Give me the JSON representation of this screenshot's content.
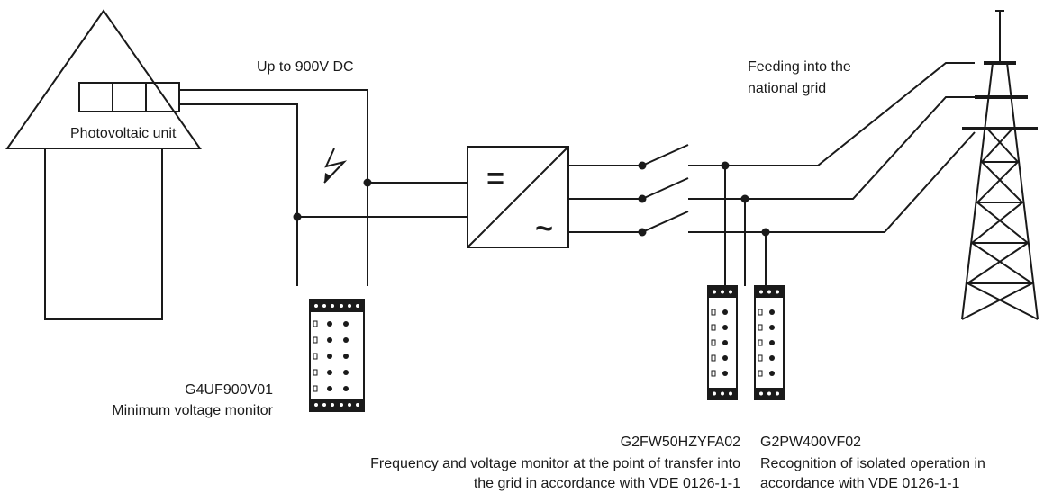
{
  "labels": {
    "pv_unit": "Photovoltaic unit",
    "dc_voltage": "Up to 900V DC",
    "grid_line1": "Feeding into the",
    "grid_line2": "national grid"
  },
  "inverter": {
    "dc_symbol": "=",
    "ac_symbol": "~"
  },
  "devices": [
    {
      "model": "G4UF900V01",
      "desc": [
        "Minimum voltage monitor"
      ]
    },
    {
      "model": "G2FW50HZYFA02",
      "desc": [
        "Frequency and voltage monitor at the point of transfer into",
        "the grid in accordance with VDE 0126-1-1"
      ]
    },
    {
      "model": "G2PW400VF02",
      "desc": [
        "Recognition of isolated operation in",
        "accordance with VDE 0126-1-1"
      ]
    }
  ]
}
